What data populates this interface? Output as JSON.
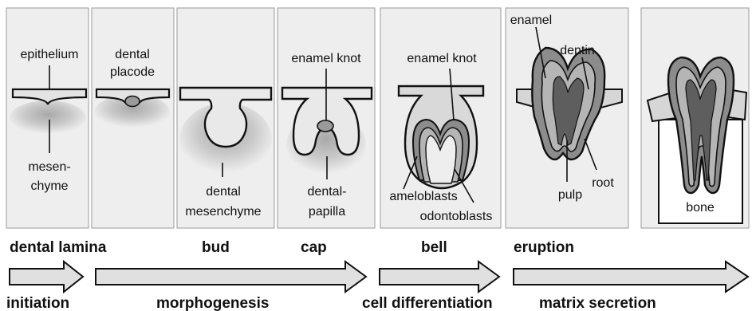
{
  "colors": {
    "panel_fill": "#eeeeee",
    "panel_stroke": "#9a9a9a",
    "epithelium_fill": "#e3e3e3",
    "mesenchyme_shade": "#b8b8b8",
    "enamel_fill": "#8c8c8c",
    "dentin_fill": "#b5b5b5",
    "pulp_fill": "#5e5e5e",
    "arrow_fill": "#e0e0e0",
    "outline": "#111111"
  },
  "panels": {
    "initiation": {
      "top_label": "epithelium",
      "bottom_label_1": "mesen-",
      "bottom_label_2": "chyme"
    },
    "placode": {
      "top_label_1": "dental",
      "top_label_2": "placode"
    },
    "bud": {
      "bottom_label_1": "dental",
      "bottom_label_2": "mesenchyme"
    },
    "cap": {
      "top_label": "enamel knot",
      "bottom_label_1": "dental-",
      "bottom_label_2": "papilla"
    },
    "bell": {
      "top_label": "enamel knot",
      "left_label": "ameloblasts",
      "right_label": "odontoblasts"
    },
    "eruption": {
      "enamel_label": "enamel",
      "dentin_label": "dentin",
      "pulp_label": "pulp",
      "root_label": "root"
    },
    "mature": {
      "bone_label": "bone"
    }
  },
  "stages": [
    "dental lamina",
    "bud",
    "cap",
    "bell",
    "eruption"
  ],
  "processes": [
    "initiation",
    "morphogenesis",
    "cell differentiation",
    "matrix secretion"
  ]
}
